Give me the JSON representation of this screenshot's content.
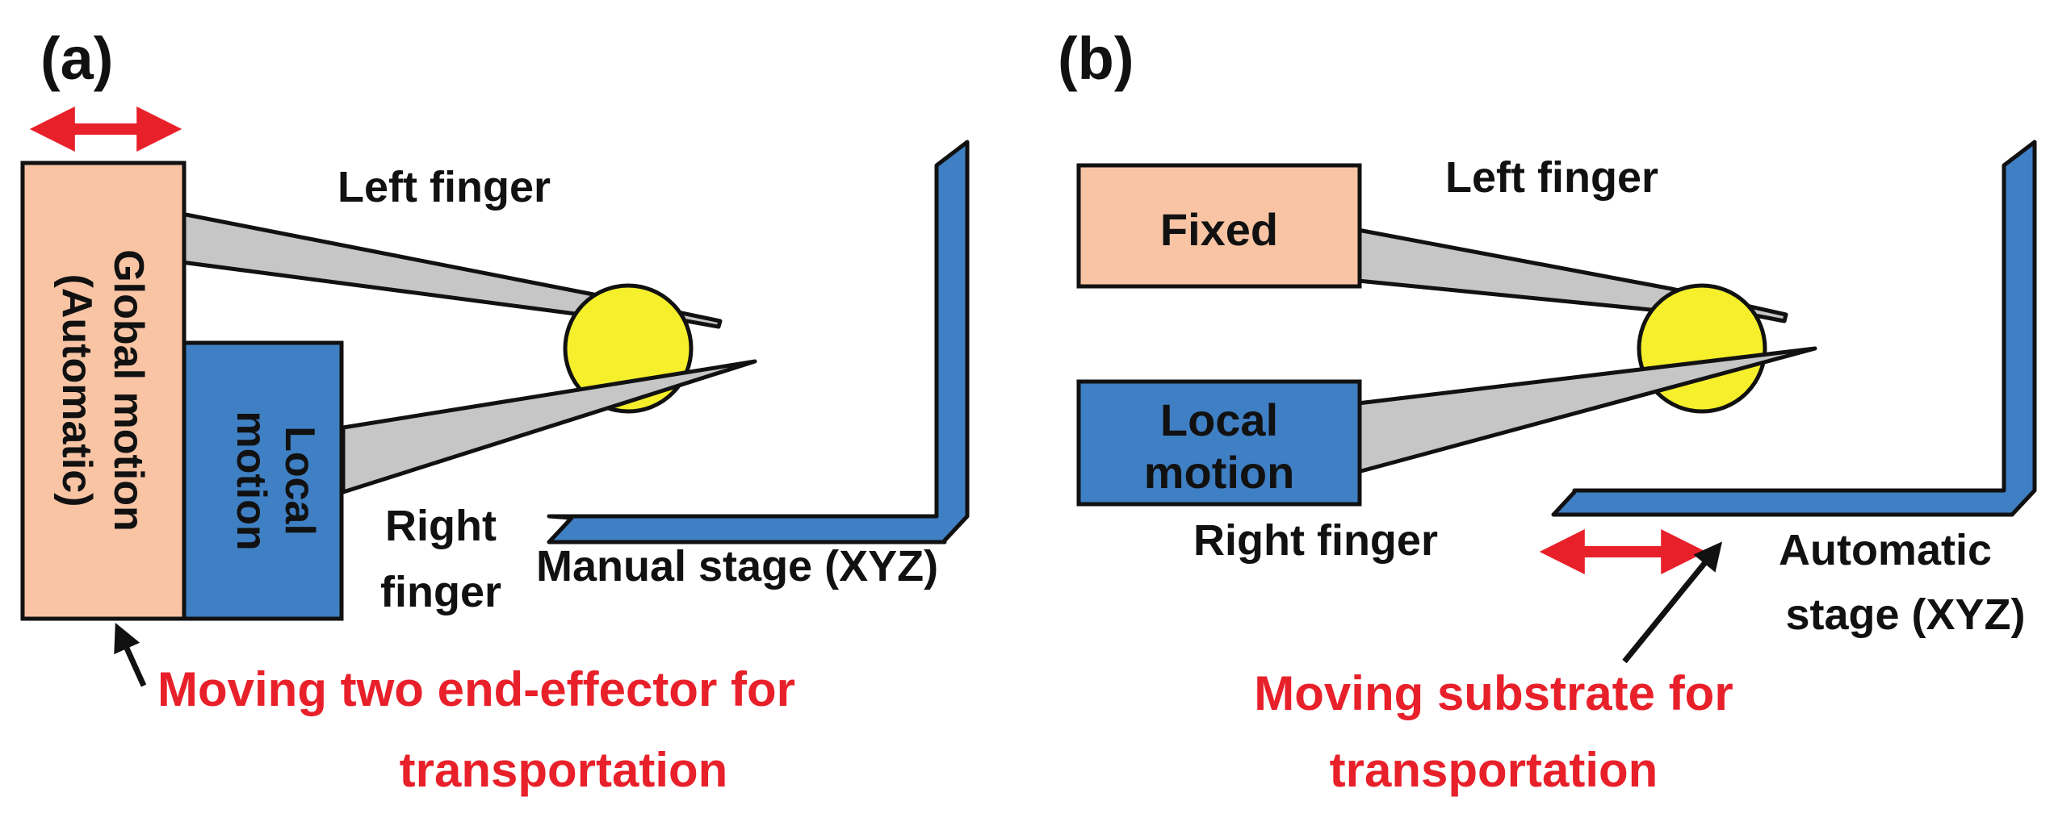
{
  "panel_a": {
    "tag": "(a)",
    "global_line1": "Global motion",
    "global_line2": "(Automatic)",
    "local_line1": "Local",
    "local_line2": "motion",
    "left_finger": "Left finger",
    "right_finger_line1": "Right",
    "right_finger_line2": "finger",
    "stage": "Manual stage (XYZ)",
    "caption_line1": "Moving two end-effector for",
    "caption_line2": "transportation"
  },
  "panel_b": {
    "tag": "(b)",
    "fixed": "Fixed",
    "local_line1": "Local",
    "local_line2": "motion",
    "left_finger": "Left finger",
    "right_finger": "Right finger",
    "stage_line1": "Automatic",
    "stage_line2": "stage (XYZ)",
    "caption_line1": "Moving substrate for",
    "caption_line2": "transportation"
  },
  "colors": {
    "salmon": "#f8c4a4",
    "blue": "#3f7fc3",
    "yellow": "#f5ef2c",
    "finger_gray": "#c6c6c6",
    "arrow_red": "#e8202a"
  }
}
